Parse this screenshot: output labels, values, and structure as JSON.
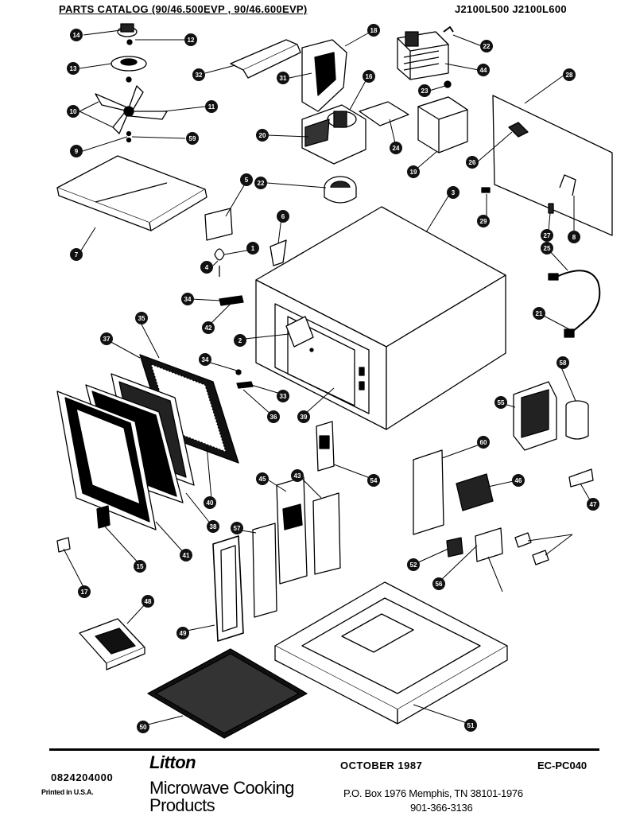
{
  "header": {
    "catalog_title": "PARTS CATALOG (90/46.500EVP , 90/46.600EVP)",
    "model_numbers": "J2100L500   J2100L600"
  },
  "diagram": {
    "callouts": [
      "14",
      "12",
      "13",
      "10",
      "11",
      "9",
      "59",
      "32",
      "31",
      "18",
      "16",
      "20",
      "22",
      "22",
      "44",
      "23",
      "24",
      "19",
      "28",
      "26",
      "29",
      "27",
      "8",
      "7",
      "5",
      "6",
      "4",
      "1",
      "3",
      "2",
      "39",
      "34",
      "42",
      "34",
      "33",
      "36",
      "38",
      "37",
      "35",
      "40",
      "41",
      "15",
      "17",
      "25",
      "21",
      "58",
      "55",
      "54",
      "60",
      "46",
      "47",
      "45",
      "43",
      "57",
      "49",
      "48",
      "50",
      "51",
      "52",
      "56"
    ],
    "colors": {
      "line": "#000000",
      "fill": "#ffffff",
      "dark": "#111111"
    }
  },
  "footer": {
    "brand": "Litton",
    "division": "Microwave Cooking Products",
    "date": "OCTOBER 1987",
    "catalog_code": "EC-PC040",
    "part_number": "0824204000",
    "printed": "Printed in U.S.A.",
    "address": "P.O. Box 1976 Memphis, TN 38101-1976",
    "phone": "901-366-3136"
  }
}
